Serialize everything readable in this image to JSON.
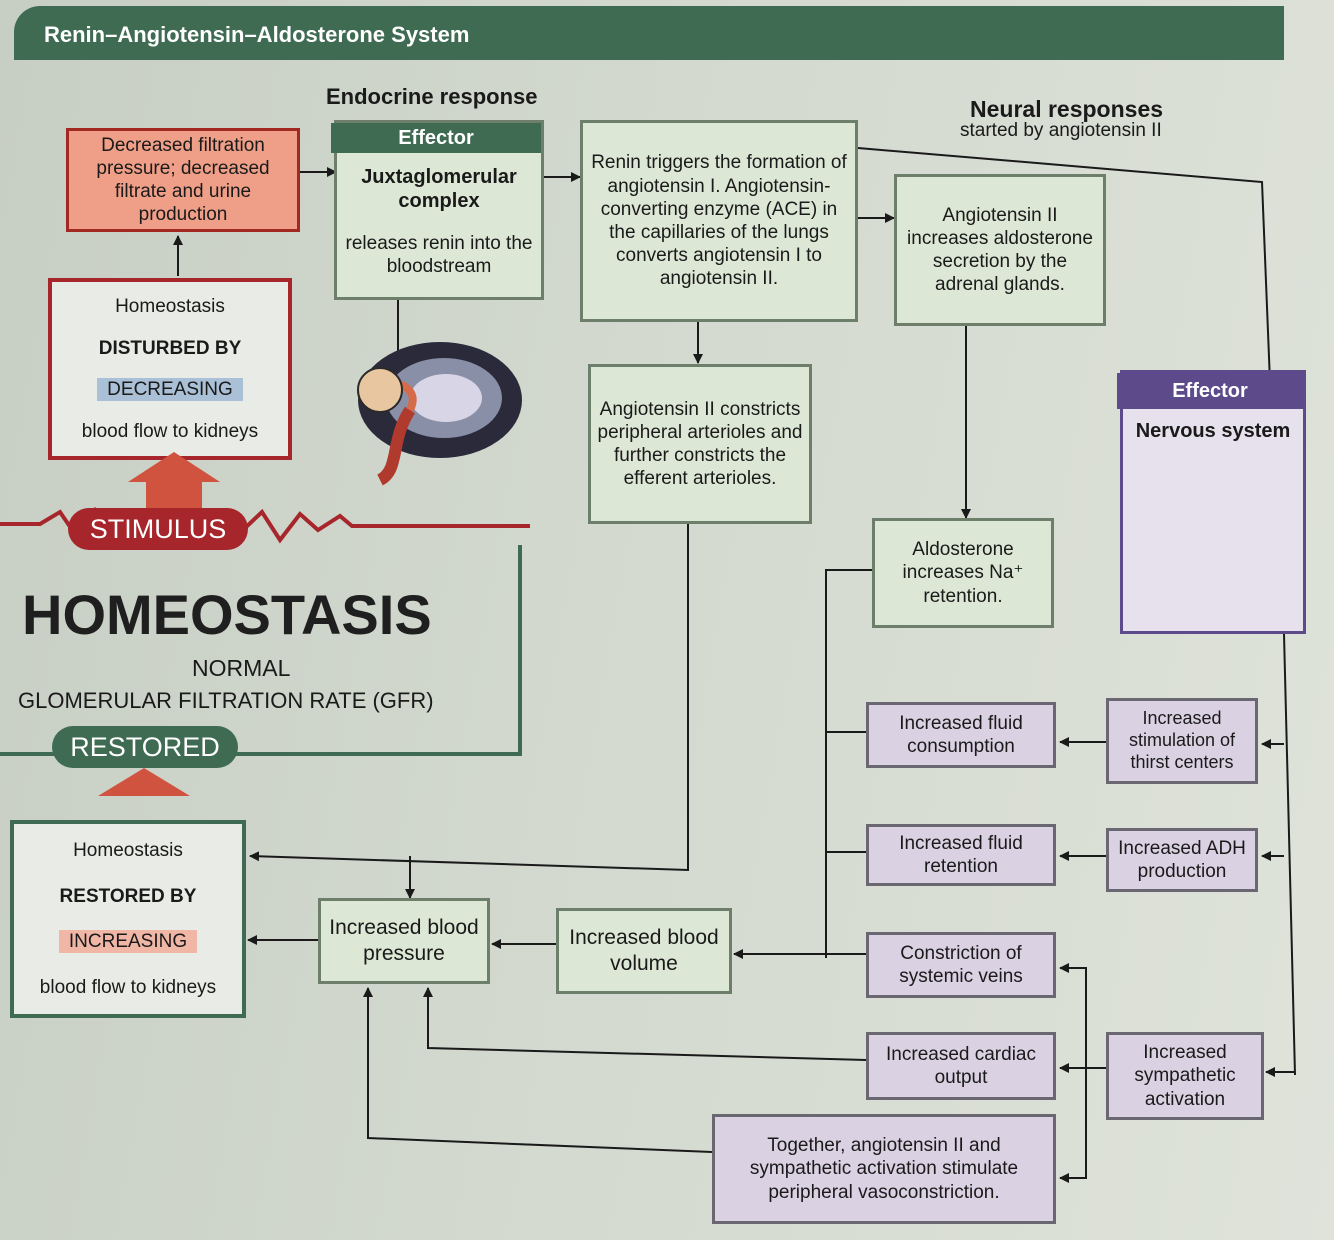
{
  "header": {
    "title": "Renin–Angiotensin–Aldosterone System"
  },
  "section_headings": {
    "endocrine": "Endocrine response",
    "neural_main": "Neural responses",
    "neural_sub": "started by angiotensin II"
  },
  "stimulus": {
    "decreased_filtration": "Decreased filtration pressure; decreased filtrate and urine production",
    "disturbed_line1": "Homeostasis",
    "disturbed_line2": "DISTURBED BY",
    "disturbed_line3": "DECREASING",
    "disturbed_line4": "blood flow to kidneys",
    "stimulus_label": "STIMULUS"
  },
  "homeostasis": {
    "title": "HOMEOSTASIS",
    "normal": "NORMAL",
    "gfr": "GLOMERULAR FILTRATION RATE (GFR)",
    "restored_label": "RESTORED",
    "restored_line1": "Homeostasis",
    "restored_line2": "RESTORED BY",
    "restored_line3": "INCREASING",
    "restored_line4": "blood flow to kidneys"
  },
  "effector_jg": {
    "band": "Effector",
    "title": "Juxtaglomerular complex",
    "text": "releases renin into the bloodstream"
  },
  "effector_ns": {
    "band": "Effector",
    "title": "Nervous system"
  },
  "nodes": {
    "renin": "Renin triggers the formation of angiotensin I. Angiotensin-converting enzyme (ACE) in the capillaries of the lungs converts angiotensin I to angiotensin II.",
    "aldo_secretion": "Angiotensin II increases aldosterone secretion by the adrenal glands.",
    "constricts": "Angiotensin II constricts peripheral arterioles and further constricts the efferent arterioles.",
    "aldo_na": "Aldosterone increases Na⁺ retention.",
    "fluid_consumption": "Increased fluid consumption",
    "thirst": "Increased stimulation of thirst centers",
    "fluid_retention": "Increased fluid retention",
    "adh": "Increased ADH production",
    "veins": "Constriction of systemic veins",
    "cardiac": "Increased cardiac output",
    "sympathetic": "Increased sympathetic activation",
    "vasoconstriction": "Together, angiotensin II and sympathetic activation stimulate peripheral vasoconstriction.",
    "blood_pressure": "Increased blood pressure",
    "blood_volume": "Increased blood volume"
  },
  "colors": {
    "green_dark": "#3f6b53",
    "red": "#a7262b",
    "purple": "#5d4a8a",
    "arrow": "#1a1a1a"
  }
}
